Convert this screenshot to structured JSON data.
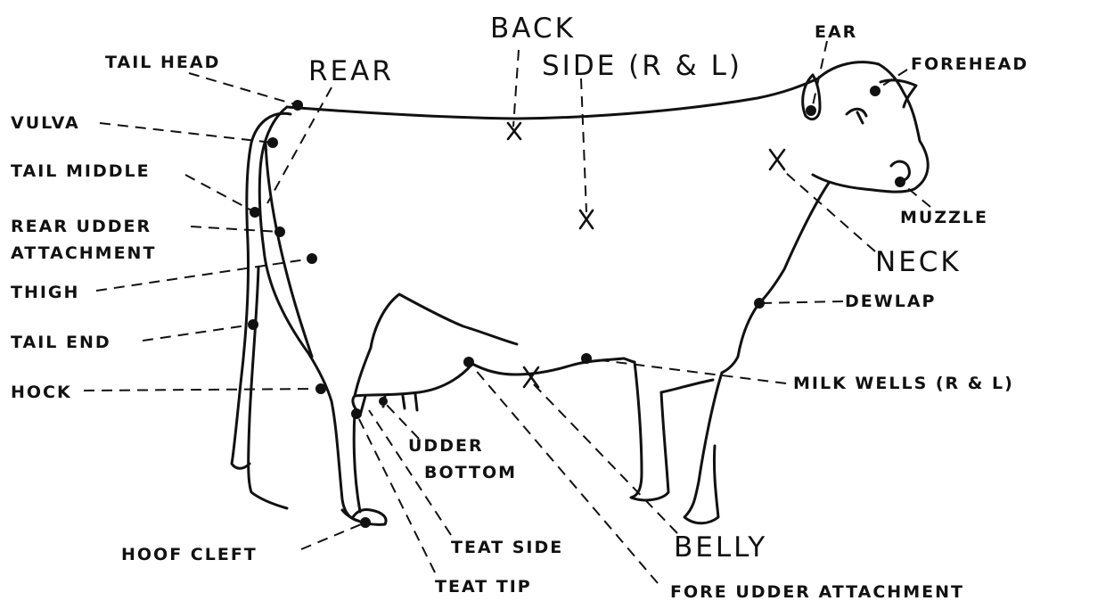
{
  "labels": {
    "back": "BACK",
    "side": "SIDE (R & L)",
    "rear": "REAR",
    "ear": "EAR",
    "forehead": "FOREHEAD",
    "tail_head": "TAIL HEAD",
    "vulva": "VULVA",
    "tail_middle": "TAIL MIDDLE",
    "rear_udder_line1": "REAR UDDER",
    "rear_udder_line2": "ATTACHMENT",
    "thigh": "THIGH",
    "tail_end": "TAIL END",
    "hock": "HOCK",
    "muzzle": "MUZZLE",
    "neck": "NECK",
    "dewlap": "DEWLAP",
    "milk_wells": "MILK WELLS (R & L)",
    "udder_bottom_line1": "UDDER",
    "udder_bottom_line2": "BOTTOM",
    "hoof_cleft": "HOOF CLEFT",
    "teat_side": "TEAT SIDE",
    "belly": "BELLY",
    "teat_tip": "TEAT TIP",
    "fore_udder": "FORE UDDER ATTACHMENT"
  },
  "colors": {
    "ink": "#111111",
    "background": "#ffffff"
  }
}
